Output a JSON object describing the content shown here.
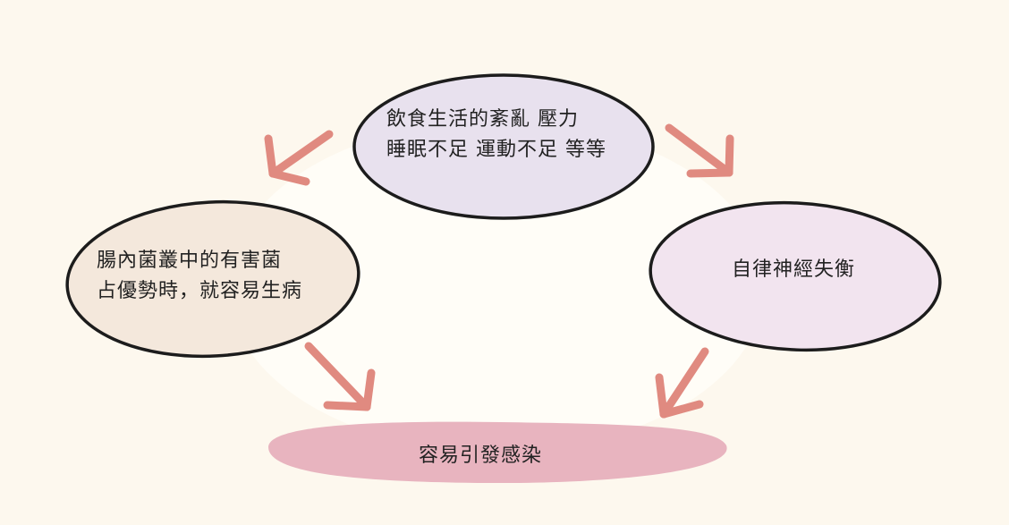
{
  "nodes": {
    "top": {
      "lines": [
        "飲食生活的紊亂 壓力",
        "睡眠不足 運動不足 等等"
      ]
    },
    "left": {
      "lines": [
        "腸內菌叢中的有害菌",
        "占優勢時，就容易生病"
      ]
    },
    "right": {
      "lines": [
        "自律神經失衡"
      ]
    },
    "bottom": {
      "lines": [
        "容易引發感染"
      ]
    }
  },
  "colors": {
    "background": "#fdf8ee",
    "glow": "#fffdf7",
    "top_fill": "#e8e1ee",
    "left_fill": "#f4e8dc",
    "right_fill": "#f2e4ef",
    "bottom_fill": "#e8b4bf",
    "outline": "#1c1c1c",
    "arrow": "#e08a80"
  }
}
